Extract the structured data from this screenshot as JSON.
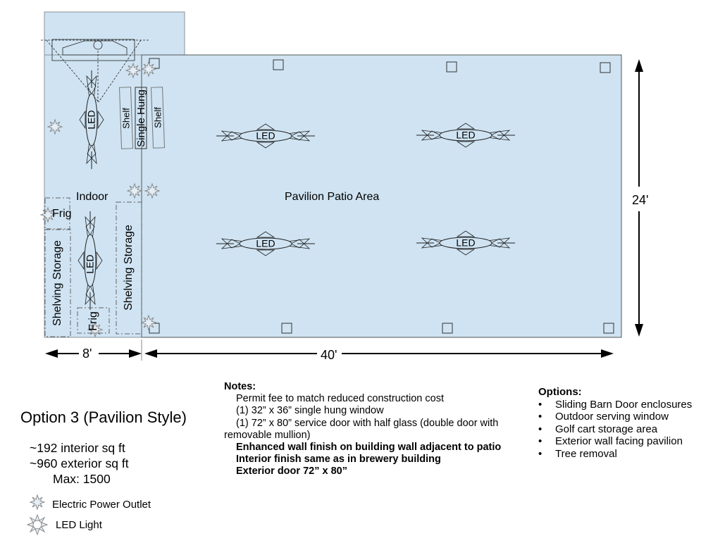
{
  "plan": {
    "indoor_label": "Indoor",
    "patio_label": "Pavilion Patio Area",
    "led_label": "LED",
    "shelf_label": "Shelf",
    "window_label": "Single Hung",
    "frig_label": "Frig",
    "shelving_label": "Shelving Storage",
    "dim_height": "24'",
    "dim_indoor_width": "8'",
    "dim_patio_width": "40'"
  },
  "title": "Option 3 (Pavilion Style)",
  "stats": {
    "interior": "~192 interior sq ft",
    "exterior": "~960 exterior sq ft",
    "max": "Max: 1500"
  },
  "legend": {
    "outlet": "Electric Power Outlet",
    "led": "LED Light"
  },
  "notes": {
    "heading": "Notes:",
    "items": [
      "Permit fee to match reduced construction cost",
      "(1) 32” x 36” single hung window",
      "(1) 72” x 80” service door with half glass (double door with",
      "removable mullion)"
    ],
    "bold_items": [
      "Enhanced wall finish on building wall adjacent to patio",
      "Interior finish same as in brewery building",
      "Exterior door 72” x 80”"
    ]
  },
  "options": {
    "heading": "Options:",
    "items": [
      "Sliding Barn Door enclosures",
      "Outdoor serving window",
      "Golf cart storage area",
      "Exterior wall facing pavilion",
      "Tree removal"
    ]
  },
  "colors": {
    "floor": "#cfe3f2",
    "wall": "#8a9299"
  }
}
